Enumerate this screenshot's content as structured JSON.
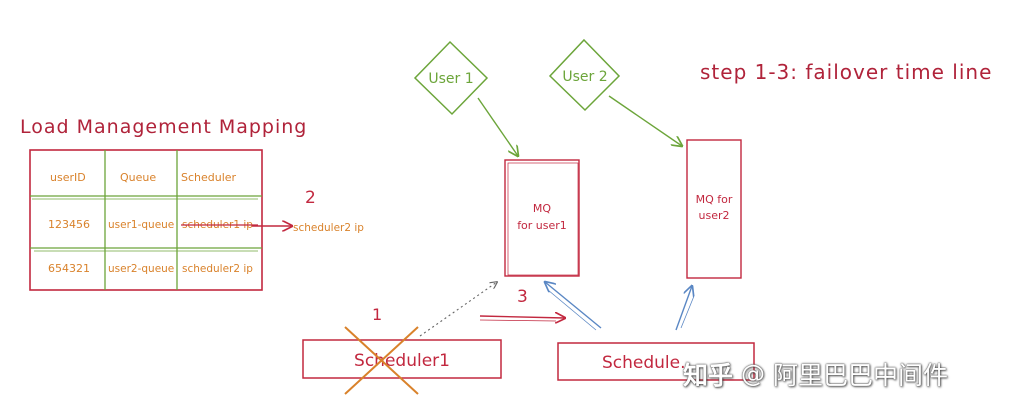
{
  "step_title": "step 1-3: failover time line",
  "table": {
    "title": "Load Management Mapping",
    "headers": [
      "userID",
      "Queue",
      "Scheduler"
    ],
    "rows": [
      [
        "123456",
        "user1-queue",
        "scheduler1 ip"
      ],
      [
        "654321",
        "user2-queue",
        "scheduler2 ip"
      ]
    ],
    "updated_value": "scheduler2 ip"
  },
  "nodes": {
    "user1": "User 1",
    "user2": "User 2",
    "mq_user1_line1": "MQ",
    "mq_user1_line2": "for user1",
    "mq_user2_line1": "MQ for",
    "mq_user2_line2": "user2",
    "scheduler1": "Scheduler1",
    "scheduler2": "Schedule..."
  },
  "step_labels": {
    "step1": "1",
    "step2": "2",
    "step3": "3"
  },
  "watermark": {
    "logo": "知乎",
    "separator_icon": "at-icon",
    "author": "阿里巴巴中间件"
  },
  "colors": {
    "red": "#c2283f",
    "green": "#6ca53a",
    "orange": "#d9822b",
    "blue": "#5a87c4",
    "gray": "#666666"
  }
}
